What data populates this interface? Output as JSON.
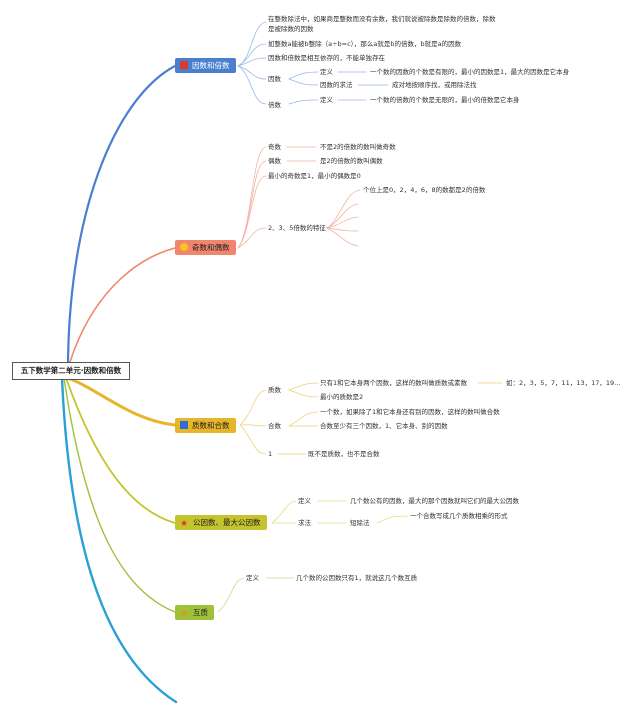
{
  "root": "五下数学第二单元·因数和倍数",
  "colors": {
    "blue": "#4a7fd0",
    "salmon": "#f0866e",
    "gold": "#e6b52a",
    "olive": "#c4c42e",
    "green": "#9fc13a",
    "tealLine": "#2aa0d6"
  },
  "icons": [
    "red-flag-icon",
    "light-bulb-icon",
    "blue-flag-icon",
    "red-star-icon",
    "orange-star-icon"
  ],
  "branches": {
    "b1": {
      "title": "因数和倍数",
      "n1a": "在整数除法中，如果商是整数而没有余数，我们就说被除数是除数的倍数，除数",
      "n1b": "是被除数的因数",
      "n2": "如整数a能被b整除（a÷b=c），那么a就是b的倍数，b就是a的因数",
      "n3": "因数和倍数是相互依存的，不能单独存在",
      "factor": "因数",
      "factor_def": "定义",
      "factor_def_text": "一个数的因数的个数是有限的，最小的因数是1，最大的因数是它本身",
      "factor_method": "因数的求法",
      "factor_method_text": "成对地按顺序找，或用除法找",
      "multiple": "倍数",
      "multiple_def": "定义",
      "multiple_def_text": "一个数的倍数的个数是无限的，最小的倍数是它本身"
    },
    "b2": {
      "title": "奇数和偶数",
      "odd": "奇数",
      "odd_text": "不是2的倍数的数叫做奇数",
      "even": "偶数",
      "even_text": "是2的倍数的数叫偶数",
      "smallest": "最小的奇数是1，最小的偶数是0",
      "features": "2、3、5倍数的特征",
      "feature2": "个位上是0，2，4，6，8的数都是2的倍数"
    },
    "b3": {
      "title": "质数和合数",
      "prime": "质数",
      "prime_def": "只有1和它本身两个因数，这样的数叫做质数或素数",
      "prime_eg": "如：2，3，5，7，11，13，17，19...",
      "prime_min": "最小的质数是2",
      "composite": "合数",
      "comp_def": "一个数，如果除了1和它本身还有别的因数，这样的数叫做合数",
      "comp_min": "合数至少有三个因数，1、它本身、别的因数",
      "one": "1",
      "one_text": "既不是质数，也不是合数"
    },
    "b4": {
      "title": "公因数、最大公因数",
      "def": "定义",
      "def_text": "几个数公有的因数，最大的那个因数就叫它们的最大公因数",
      "method": "求法",
      "short_div": "短除法",
      "short_div_text": "一个合数写成几个质数相乘的形式"
    },
    "b5": {
      "title": "互质",
      "def": "定义",
      "def_text": "几个数的公因数只有1，就说这几个数互质"
    }
  }
}
